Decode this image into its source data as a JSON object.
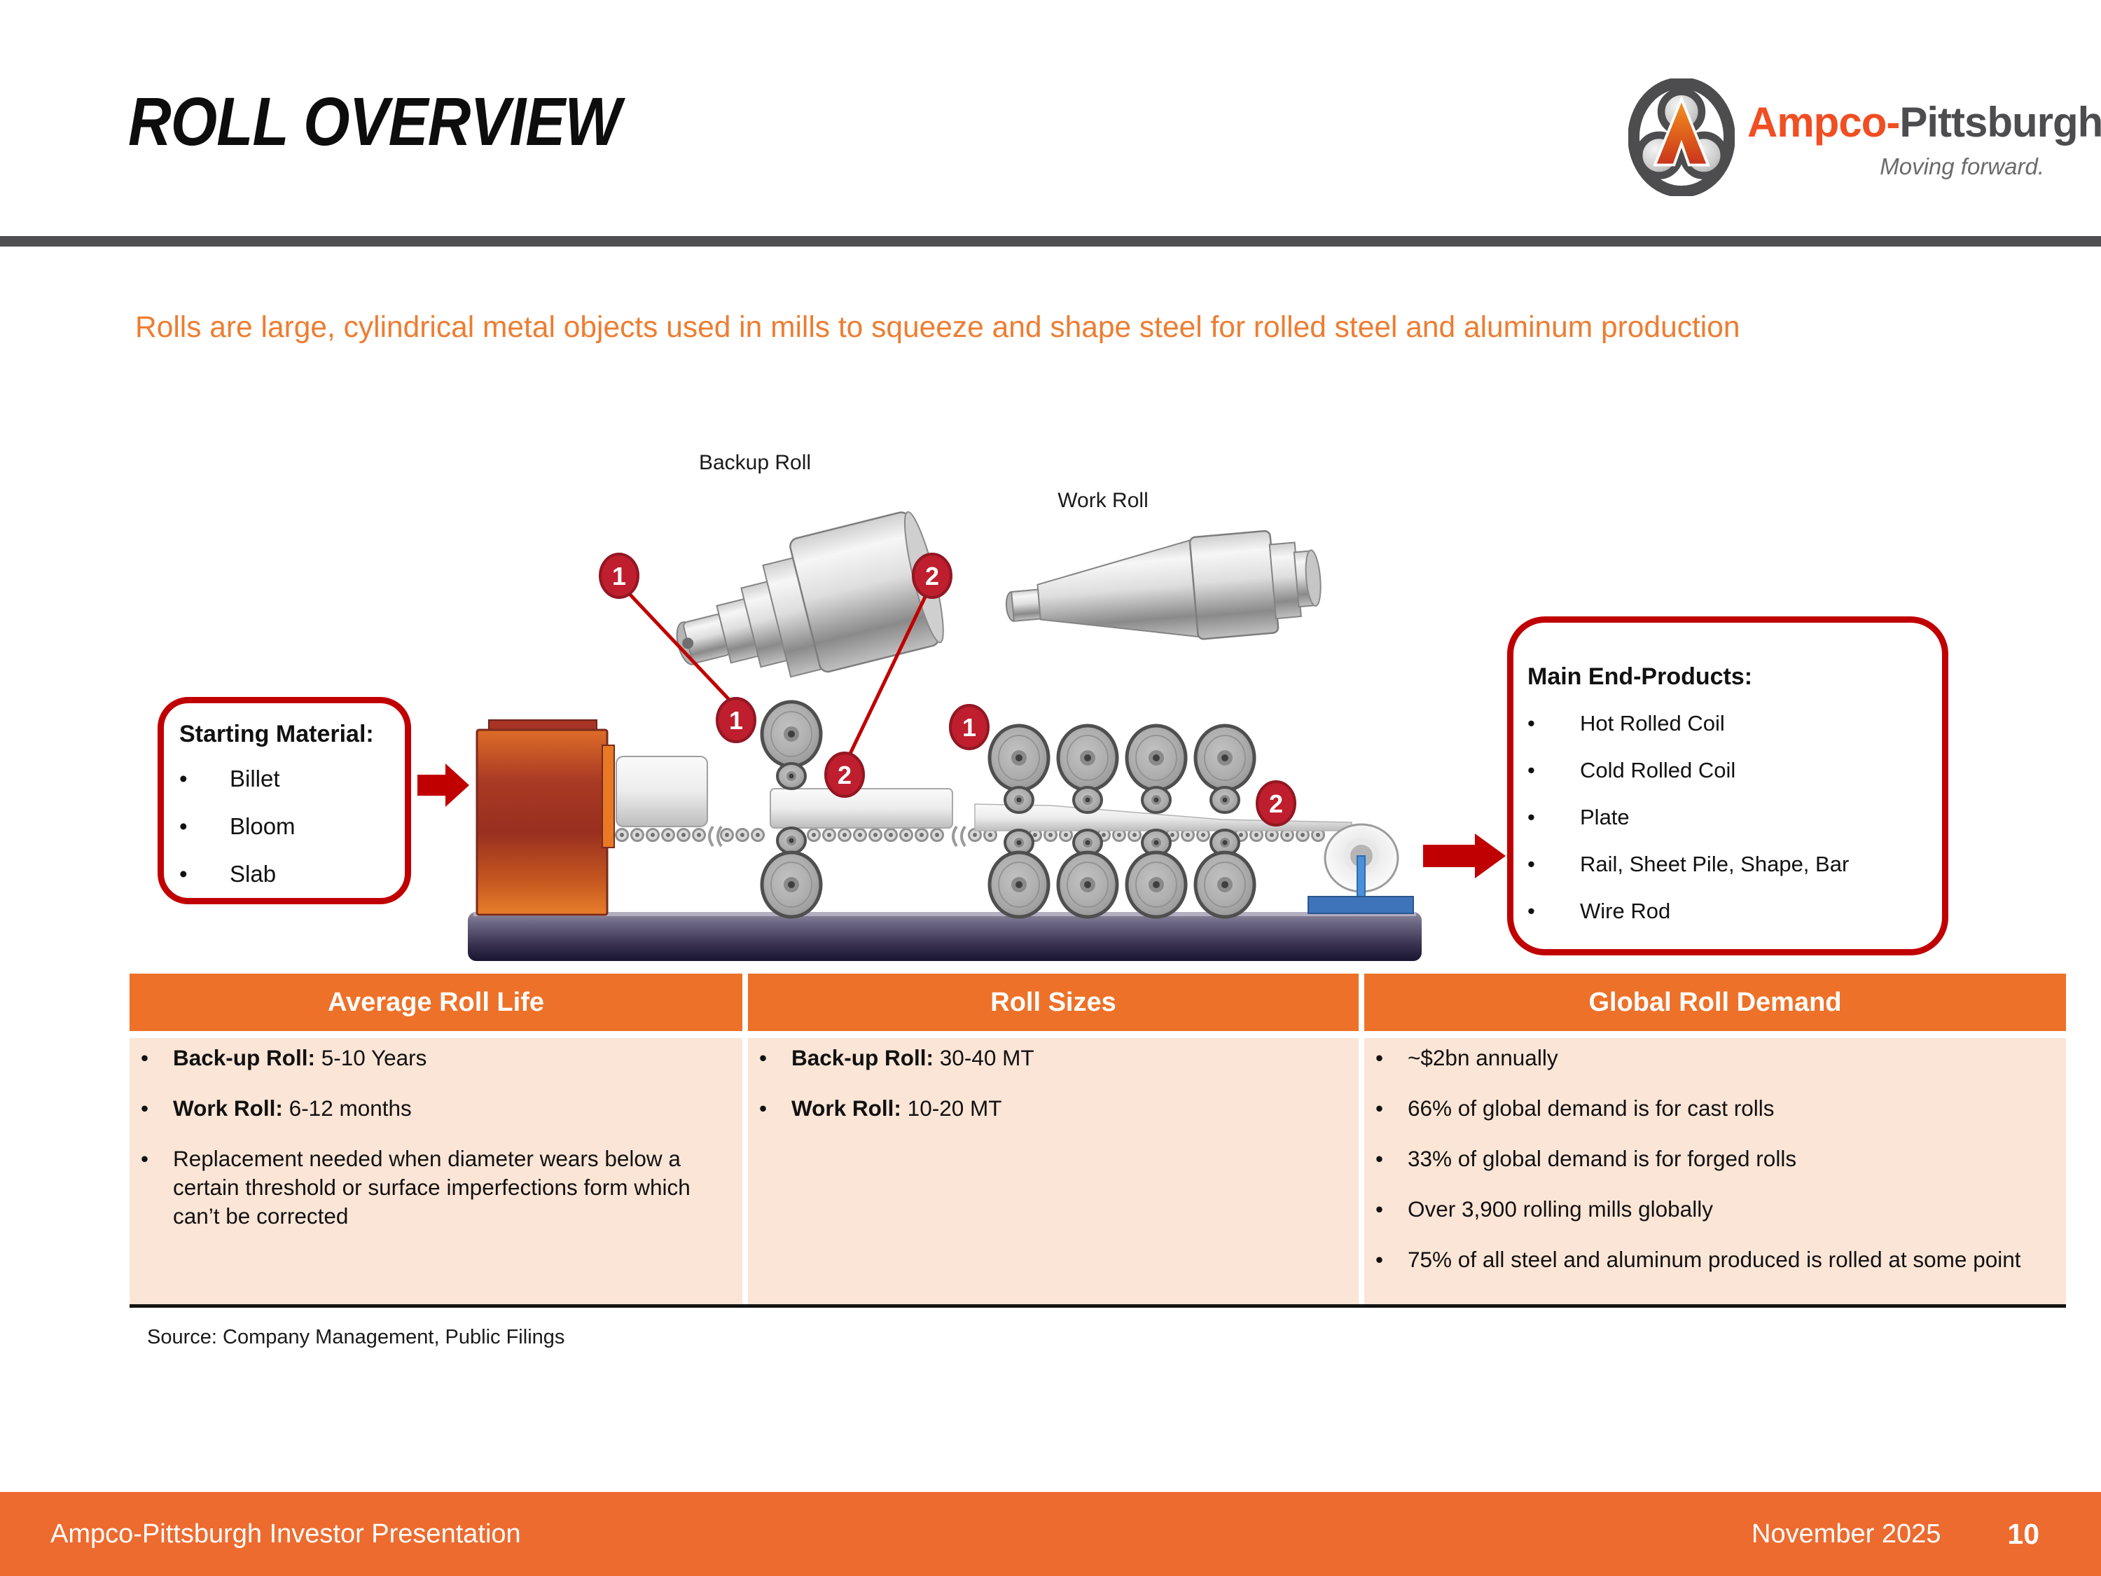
{
  "slide": {
    "title": "ROLL OVERVIEW",
    "subtitle": "Rolls are large, cylindrical metal objects used in mills to squeeze and shape steel for rolled steel and aluminum production",
    "source": "Source: Company Management, Public Filings"
  },
  "logo": {
    "brand_orange": "Ampco",
    "separator": "-",
    "brand_gray": "Pittsburgh",
    "tagline": "Moving forward."
  },
  "diagram": {
    "backup_roll_label": "Backup Roll",
    "work_roll_label": "Work Roll",
    "markers": [
      {
        "label": "1"
      },
      {
        "label": "2"
      },
      {
        "label": "1"
      },
      {
        "label": "2"
      },
      {
        "label": "1"
      },
      {
        "label": "2"
      }
    ],
    "starting_material": {
      "heading": "Starting Material:",
      "items": [
        "Billet",
        "Bloom",
        "Slab"
      ]
    },
    "end_products": {
      "heading": "Main End-Products:",
      "items": [
        "Hot Rolled Coil",
        "Cold Rolled Coil",
        "Plate",
        "Rail, Sheet Pile, Shape, Bar",
        "Wire Rod"
      ]
    }
  },
  "table": {
    "columns": [
      {
        "header": "Average Roll Life",
        "items": [
          {
            "label": "Back-up Roll:",
            "text": " 5-10 Years"
          },
          {
            "label": "Work Roll:",
            "text": " 6-12 months"
          },
          {
            "label": "",
            "text": "Replacement needed when diameter wears below a certain threshold or surface imperfections form which can’t be corrected"
          }
        ]
      },
      {
        "header": "Roll Sizes",
        "items": [
          {
            "label": "Back-up Roll:",
            "text": " 30-40 MT"
          },
          {
            "label": "Work Roll:",
            "text": " 10-20 MT"
          }
        ]
      },
      {
        "header": "Global Roll Demand",
        "items": [
          {
            "label": "",
            "text": "~$2bn annually"
          },
          {
            "label": "",
            "text": "66% of global demand is for cast rolls"
          },
          {
            "label": "",
            "text": "33% of global demand is for forged rolls"
          },
          {
            "label": "",
            "text": "Over 3,900 rolling mills globally"
          },
          {
            "label": "",
            "text": "75% of all steel and aluminum produced is rolled at some point"
          }
        ]
      }
    ]
  },
  "footer": {
    "left": "Ampco-Pittsburgh Investor Presentation",
    "date": "November 2025",
    "page": "10"
  },
  "colors": {
    "accent_orange": "#ED7D31",
    "table_header_orange": "#ED7128",
    "footer_orange": "#ED6B2F",
    "table_body_peach": "#FBE5D6",
    "callout_red": "#C00000",
    "marker_red": "#BE1E2D",
    "rule_gray": "#4f4f52",
    "logo_orange": "#F04E23",
    "logo_gray": "#4D4D4F"
  }
}
